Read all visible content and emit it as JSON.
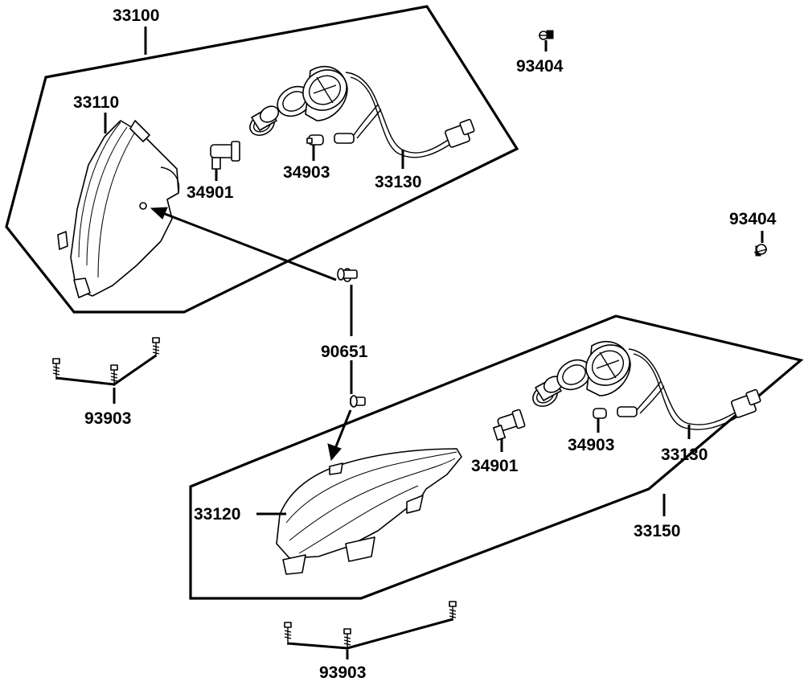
{
  "diagram": {
    "labels": {
      "p33100": "33100",
      "p33110": "33110",
      "p34901a": "34901",
      "p34903a": "34903",
      "p33130a": "33130",
      "p93404a": "93404",
      "p93404b": "93404",
      "p90651": "90651",
      "p93903a": "93903",
      "p34901b": "34901",
      "p34903b": "34903",
      "p33130b": "33130",
      "p33120": "33120",
      "p33150": "33150",
      "p93903b": "93903"
    }
  }
}
